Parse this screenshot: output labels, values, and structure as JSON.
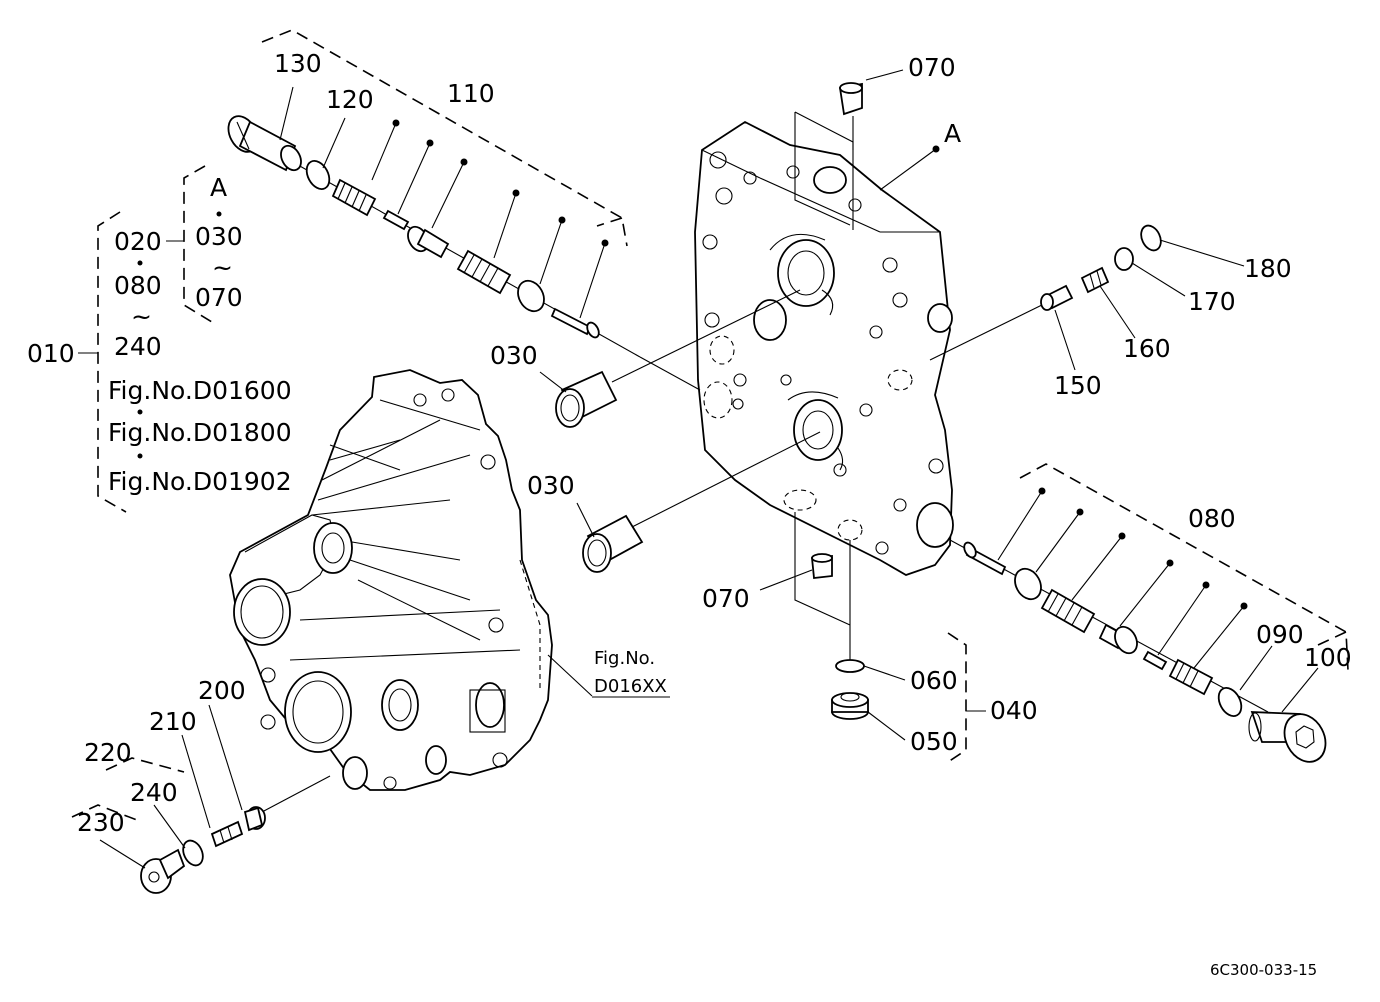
{
  "labels": {
    "p130": "130",
    "p120": "120",
    "p110": "110",
    "p070_top": "070",
    "pA_top": "A",
    "pA_left": "A",
    "p030_a": "030",
    "p070_a": "070",
    "p020": "020",
    "p080_a": "080",
    "p240_a": "240",
    "p010": "010",
    "fig_d01600": "Fig.No.D01600",
    "fig_d01800": "Fig.No.D01800",
    "fig_d01902": "Fig.No.D01902",
    "p030_b": "030",
    "p030_c": "030",
    "p180": "180",
    "p170": "170",
    "p160": "160",
    "p150": "150",
    "p080_b": "080",
    "p070_b": "070",
    "p060": "060",
    "p040": "040",
    "p050": "050",
    "p090": "090",
    "p100": "100",
    "fig_no": "Fig.No.",
    "fig_d016xx": "D016XX",
    "p200": "200",
    "p210": "210",
    "p220": "220",
    "p240_b": "240",
    "p230": "230",
    "tilde_a": "~",
    "tilde_b": "~",
    "drawing_code": "6C300-033-15"
  },
  "icons": {
    "housing": "transmission-case-icon",
    "valve_body": "valve-body-icon",
    "plug": "plug-icon",
    "spring": "spring-icon",
    "oring": "o-ring-icon",
    "collar": "collar-icon"
  },
  "colors": {
    "ink": "#000000",
    "paper": "#ffffff"
  }
}
